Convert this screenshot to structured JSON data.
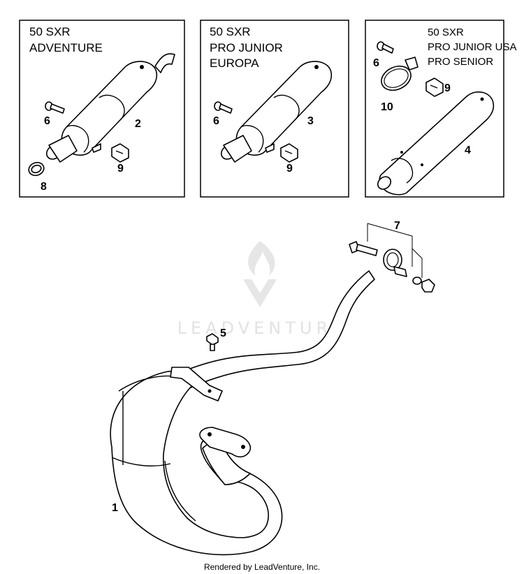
{
  "boxes": [
    {
      "lines": [
        "50 SXR",
        "ADVENTURE"
      ]
    },
    {
      "lines": [
        "50 SXR",
        "PRO JUNIOR",
        "EUROPA"
      ]
    },
    {
      "lines": [
        "50 SXR",
        "PRO JUNIOR USA",
        "PRO SENIOR"
      ]
    }
  ],
  "callouts": {
    "p1": "1",
    "p2": "2",
    "p3": "3",
    "p4": "4",
    "p5": "5",
    "p6a": "6",
    "p6b": "6",
    "p6c": "6",
    "p7": "7",
    "p8": "8",
    "p9a": "9",
    "p9b": "9",
    "p9c": "9",
    "p10": "10"
  },
  "watermark": "LEADVENTURE",
  "footer": "Rendered by LeadVenture, Inc."
}
